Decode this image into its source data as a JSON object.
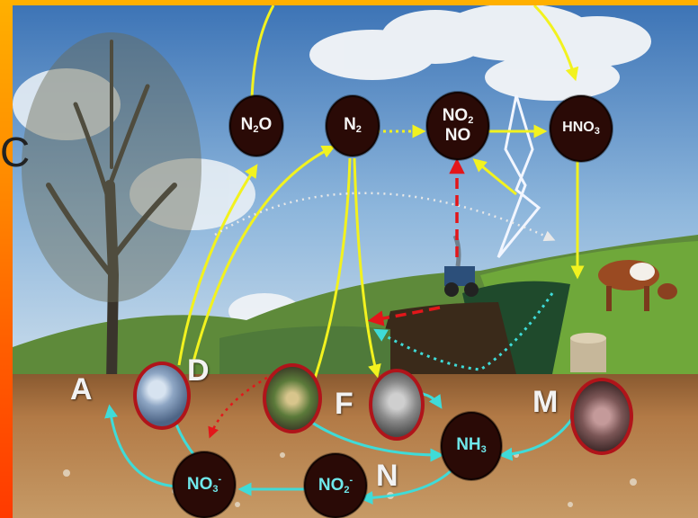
{
  "left_edge_text": "C",
  "nodes": {
    "n2o": {
      "base": "N",
      "sub": "2",
      "rest": "O",
      "sup": ""
    },
    "n2": {
      "base": "N",
      "sub": "2",
      "rest": "",
      "sup": ""
    },
    "no2_no": {
      "line1_base": "NO",
      "line1_sub": "2",
      "line2": "NO"
    },
    "hno3": {
      "base": "HNO",
      "sub": "3",
      "rest": "",
      "sup": ""
    },
    "nh3": {
      "base": "NH",
      "sub": "3",
      "rest": "",
      "sup": ""
    },
    "no2_minus": {
      "base": "NO",
      "sub": "2",
      "rest": "",
      "sup": "-"
    },
    "no3_minus": {
      "base": "NO",
      "sub": "3",
      "rest": "",
      "sup": "-"
    }
  },
  "letters": {
    "a": "A",
    "d": "D",
    "f": "F",
    "m": "M",
    "n": "N"
  },
  "colors": {
    "arrow_yellow": "#f2f21f",
    "arrow_cyan": "#3fdbd8",
    "arrow_red": "#e3161a",
    "node_fill": "#2a0a06",
    "microbe_ring": "#b0141a",
    "frame_orange": "#ff8a00"
  }
}
